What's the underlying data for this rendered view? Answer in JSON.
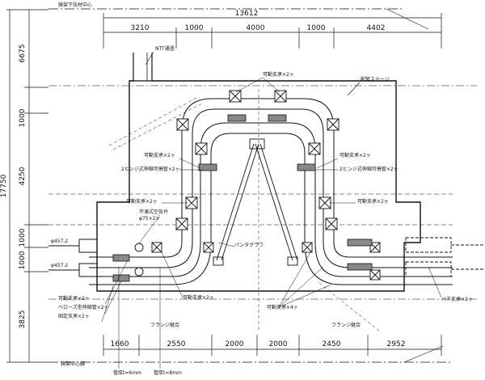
{
  "dimensions": {
    "top_overall": "13612",
    "top_segments": [
      "3210",
      "1000",
      "4000",
      "1000",
      "4402"
    ],
    "bottom_segments": [
      "1660",
      "2550",
      "2000",
      "2000",
      "2450",
      "2952"
    ],
    "left_overall": "17750",
    "left_segments": [
      "6675",
      "1000",
      "4250",
      "1000",
      "1000",
      "3825"
    ]
  },
  "labels": {
    "top_center": "鋳架下弦材中心",
    "bottom_center": "鋳架中心線",
    "ntt": "NTT通過",
    "stage": "配管ステージ",
    "movable_top": "可動支承×2ヶ",
    "movable_left": "可動支承×2ヶ",
    "hinge_left": "2ヒンジ式伸縮可撓管×2ヶ",
    "movable_right": "可動支承×2ヶ",
    "hinge_right": "2ヒンジ式伸縮可撓管×2ヶ",
    "movable_mid_left": "可動支承×2ヶ",
    "valve": "不凍式空気弁",
    "valve_size": "φ75×2ヶ",
    "movable_mid_right": "可動支承×2ヶ",
    "pipe_size_1": "φ457.2",
    "pipe_size_2": "φ457.2",
    "truss": "パンタグラフ",
    "movable_bottom_left1": "可動支承×2ヶ",
    "bellows": "ベローズ型伸縮管×2ヶ",
    "fixed": "固定支承×2ヶ",
    "movable_bottom": "可動支承×2ヶ",
    "movable_bottom_right": "可動支承×4ヶ",
    "flange_left": "フランジ継合",
    "flange_right": "フランジ継合",
    "spring": "バネ支承×2ヶ",
    "plate_1": "管厚t=6mm",
    "plate_2": "管厚t=8mm"
  }
}
